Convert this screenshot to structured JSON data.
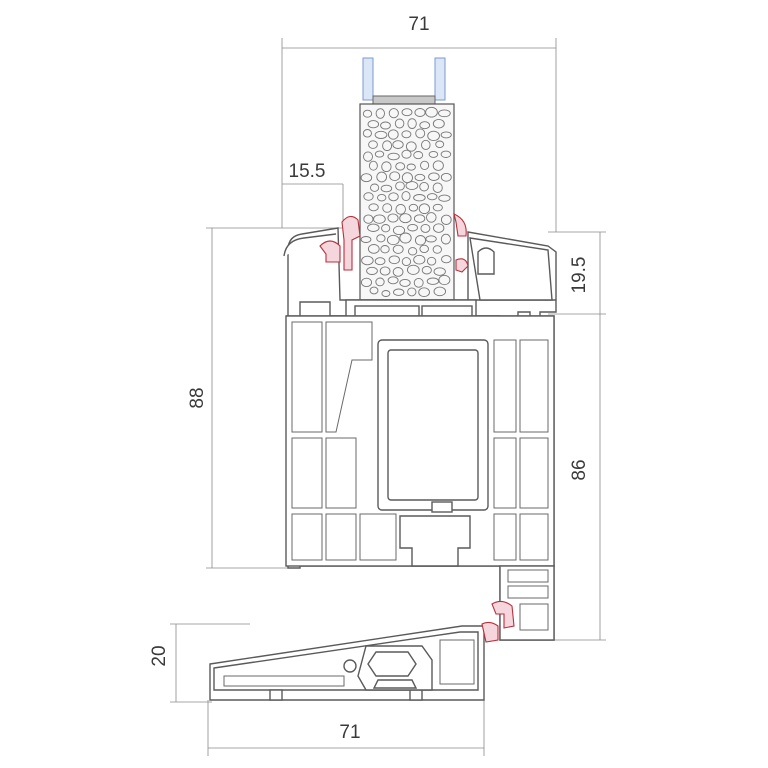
{
  "dimensions": {
    "frame_width_top": "71",
    "glazing_bead_offset": "15.5",
    "sash_overlap": "19.5",
    "sash_height": "88",
    "frame_height": "86",
    "threshold_height": "20",
    "threshold_width": "71"
  },
  "colors": {
    "profile_stroke": "#5a5a5a",
    "gasket": "#b8303c",
    "glass_edge": "#7b9bd0",
    "dimension_line": "#8a8a8a"
  }
}
